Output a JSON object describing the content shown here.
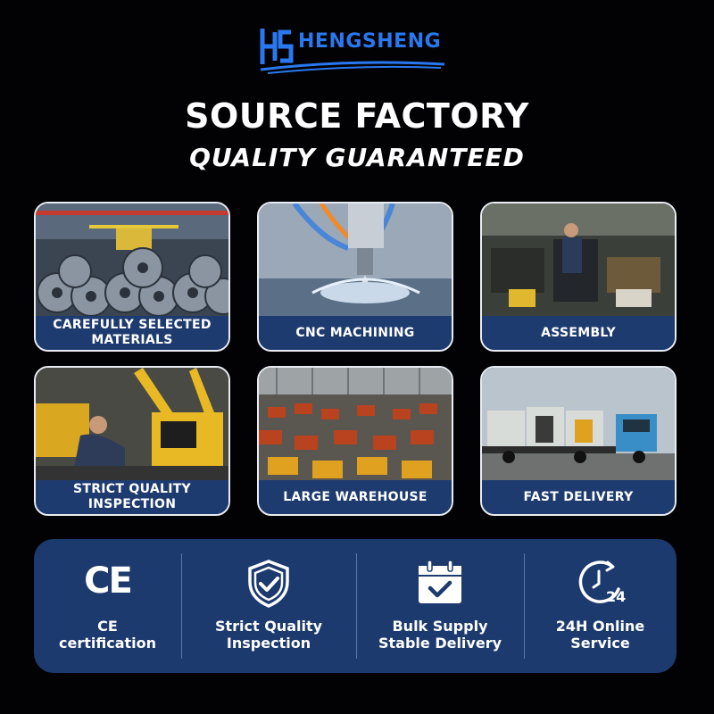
{
  "brand": {
    "name": "HENGSHENG",
    "color": "#2a78f0"
  },
  "heading": {
    "title": "SOURCE FACTORY",
    "subtitle": "QUALITY GUARANTEED"
  },
  "cards": [
    {
      "label": "CAREFULLY SELECTED\nMATERIALS",
      "scene": "steel-coils"
    },
    {
      "label": "CNC MACHINING",
      "scene": "cnc-spindle"
    },
    {
      "label": "ASSEMBLY",
      "scene": "assembly-workshop"
    },
    {
      "label": "STRICT QUALITY\nINSPECTION",
      "scene": "inspection"
    },
    {
      "label": "LARGE WAREHOUSE",
      "scene": "warehouse"
    },
    {
      "label": "FAST DELIVERY",
      "scene": "truck"
    }
  ],
  "features": [
    {
      "icon": "ce-mark-icon",
      "label": "CE\ncertification"
    },
    {
      "icon": "shield-check-icon",
      "label": "Strict Quality\nInspection"
    },
    {
      "icon": "calendar-check-icon",
      "label": "Bulk Supply\nStable Delivery"
    },
    {
      "icon": "clock-24-icon",
      "label": "24H Online\nService"
    }
  ],
  "ce_text": "CE",
  "clock_text": "24",
  "colors": {
    "panel": "#1c3a6d",
    "caption": "#1e3b6f",
    "background": "#020204"
  }
}
